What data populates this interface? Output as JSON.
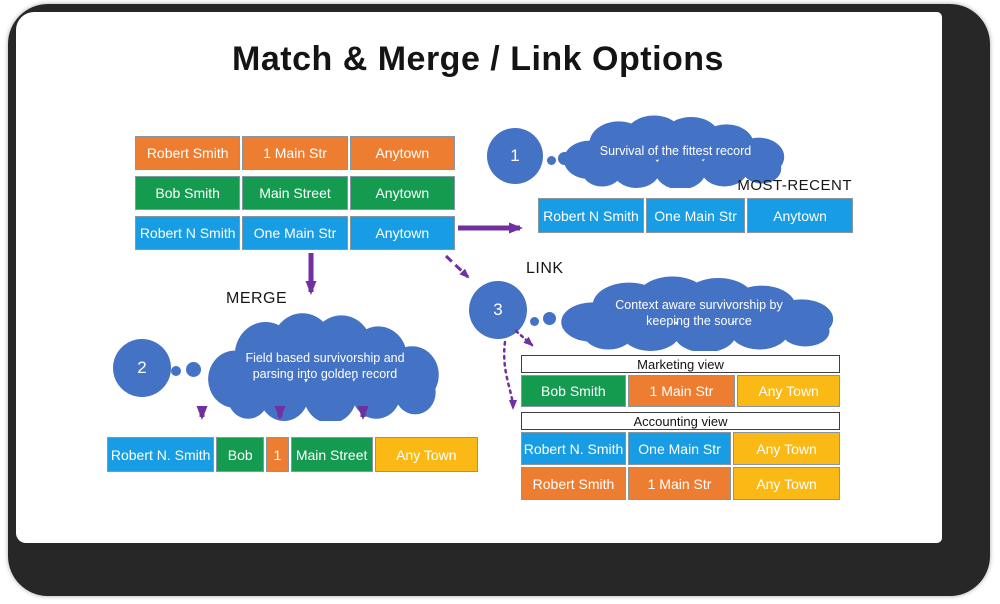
{
  "title": "Match & Merge / Link Options",
  "colors": {
    "orange": "#ED7D31",
    "green": "#149B4F",
    "blue": "#189DE4",
    "amber": "#FBB916",
    "cloud": "#4472C4",
    "purple": "#7030A0",
    "frame": "#272727",
    "cellborder": "#8796a1"
  },
  "source_table": {
    "rows": [
      {
        "cells": [
          {
            "text": "Robert Smith",
            "color": "orange"
          },
          {
            "text": "1 Main Str",
            "color": "orange"
          },
          {
            "text": "Anytown",
            "color": "orange"
          }
        ]
      },
      {
        "cells": [
          {
            "text": "Bob Smith",
            "color": "green"
          },
          {
            "text": "Main Street",
            "color": "green"
          },
          {
            "text": "Anytown",
            "color": "green"
          }
        ]
      },
      {
        "cells": [
          {
            "text": "Robert N Smith",
            "color": "blue"
          },
          {
            "text": "One Main Str",
            "color": "blue"
          },
          {
            "text": "Anytown",
            "color": "blue"
          }
        ]
      }
    ]
  },
  "option_most_recent": {
    "number": "1",
    "cloud_text": "Survival of the fittest record",
    "label": "MOST-RECENT",
    "row": {
      "cells": [
        {
          "text": "Robert N Smith",
          "color": "blue"
        },
        {
          "text": "One Main Str",
          "color": "blue"
        },
        {
          "text": "Anytown",
          "color": "blue"
        }
      ]
    }
  },
  "option_merge": {
    "number": "2",
    "label": "MERGE",
    "cloud_text": "Field based survivorship and parsing into golden record",
    "row": {
      "cells": [
        {
          "text": "Robert N. Smith",
          "color": "blue"
        },
        {
          "text": "Bob",
          "color": "green"
        },
        {
          "text": "1",
          "color": "orange"
        },
        {
          "text": "Main Street",
          "color": "green"
        },
        {
          "text": "Any Town",
          "color": "amber"
        }
      ]
    }
  },
  "option_link": {
    "number": "3",
    "label": "LINK",
    "cloud_text": "Context aware survivorship by keeping the source",
    "marketing_view": {
      "header": "Marketing view",
      "rows": [
        {
          "cells": [
            {
              "text": "Bob Smith",
              "color": "green"
            },
            {
              "text": "1 Main Str",
              "color": "orange"
            },
            {
              "text": "Any Town",
              "color": "amber"
            }
          ]
        }
      ]
    },
    "accounting_view": {
      "header": "Accounting view",
      "rows": [
        {
          "cells": [
            {
              "text": "Robert N. Smith",
              "color": "blue"
            },
            {
              "text": "One Main Str",
              "color": "blue"
            },
            {
              "text": "Any Town",
              "color": "amber"
            }
          ]
        },
        {
          "cells": [
            {
              "text": "Robert Smith",
              "color": "orange"
            },
            {
              "text": "1 Main Str",
              "color": "orange"
            },
            {
              "text": "Any Town",
              "color": "amber"
            }
          ]
        }
      ]
    }
  }
}
